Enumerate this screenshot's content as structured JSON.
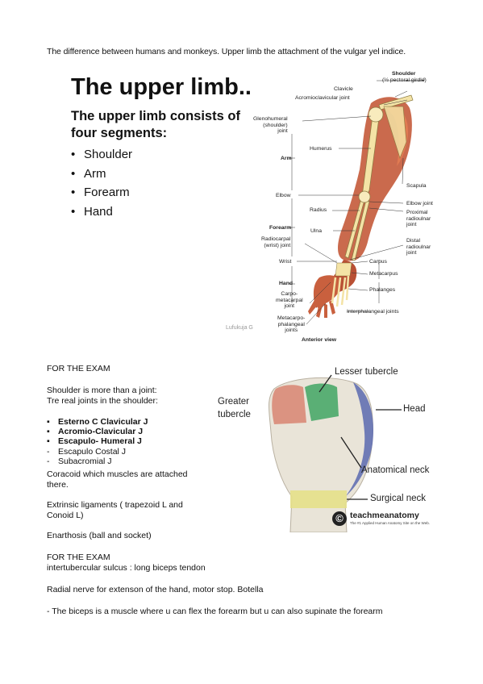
{
  "intro_line": "The difference between humans and monkeys. Upper limb the attachment of the vulgar yel indice.",
  "slide": {
    "title": "The upper limb..",
    "subtitle_line1": "The upper limb consists of",
    "subtitle_line2": "four segments:",
    "segments": [
      "Shoulder",
      "Arm",
      "Forearm",
      "Hand"
    ],
    "credit": "Lufukuja G",
    "labels": {
      "shoulder": "Shoulder",
      "girdle": "(½ pectoral girdle)",
      "clavicle": "Clavicle",
      "acromioclavicular": "Acromioclavicular joint",
      "glenohumeral_1": "Glenohumeral",
      "glenohumeral_2": "(shoulder)",
      "glenohumeral_3": "joint",
      "humerus": "Humerus",
      "arm": "Arm",
      "scapula": "Scapula",
      "elbow": "Elbow",
      "elbow_joint": "Elbow joint",
      "radius": "Radius",
      "proximal_1": "Proximal",
      "proximal_2": "radioulnar",
      "proximal_3": "joint",
      "forearm": "Forearm",
      "ulna": "Ulna",
      "radiocarpal_1": "Radiocarpal",
      "radiocarpal_2": "(wrist) joint",
      "distal_1": "Distal",
      "distal_2": "radioulnar",
      "distal_3": "joint",
      "wrist": "Wrist",
      "carpus": "Carpus",
      "metacarpus": "Metacarpus",
      "hand": "Hand",
      "carpometacarpal_1": "Carpo-",
      "carpometacarpal_2": "metacarpal",
      "carpometacarpal_3": "joint",
      "phalanges": "Phalanges",
      "interphalangeal": "Interphalangeal joints",
      "metacarpophalangeal_1": "Metacarpo-",
      "metacarpophalangeal_2": "phalangeal",
      "metacarpophalangeal_3": "joints",
      "anterior_view": "Anterior view"
    }
  },
  "notes": {
    "exam1": "FOR THE EXAM",
    "shoulder_joint": "Shoulder is more than a joint:",
    "real_joints": "Tre real joints in the shoulder:",
    "joints": [
      {
        "marker": "▪",
        "text": "Esterno C Clavicular J",
        "bold": true
      },
      {
        "marker": "▪",
        "text": "Acromio-Clavicular J",
        "bold": true
      },
      {
        "marker": "▪",
        "text": "Escapulo- Humeral J",
        "bold": true
      },
      {
        "marker": "-",
        "text": "Escapulo Costal J",
        "bold": false
      },
      {
        "marker": "-",
        "text": "Subacromial J",
        "bold": false
      }
    ],
    "coracoid_1": "Coracoid which muscles are attached",
    "coracoid_2": "there.",
    "extrinsic_1": "Extrinsic ligaments ( trapezoid L and",
    "extrinsic_2": "Conoid L)",
    "enarthosis": "Enarthosis (ball and socket)",
    "exam2": "FOR THE EXAM",
    "intertubercular": "intertubercular sulcus : long biceps tendon",
    "radial": "Radial nerve for extenson of the hand, motor stop.  Botella",
    "biceps": "- The biceps is a muscle where u can flex the forearm but u can also supinate the forearm"
  },
  "humerus_figure": {
    "lesser_tubercle": "Lesser tubercle",
    "greater_1": "Greater",
    "greater_2": "tubercle",
    "head": "Head",
    "anatomical_neck": "Anatomical neck",
    "surgical_neck": "Surgical neck",
    "logo_mark": "©",
    "brand": "teachmeanatomy",
    "brand_sub": "The #1 Applied Human Anatomy Site on the Web.",
    "colors": {
      "greater": "#d98a78",
      "lesser": "#4aa86a",
      "head_rim": "#5566aa",
      "surgical": "#e6e08a"
    }
  }
}
